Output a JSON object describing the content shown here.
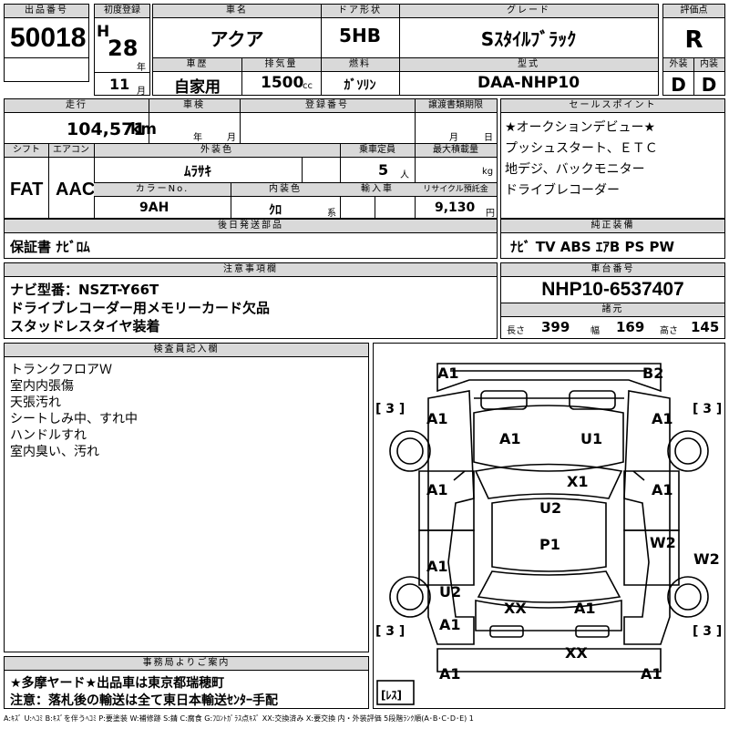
{
  "lot": {
    "label": "出品番号",
    "value": "50018"
  },
  "first_reg": {
    "label": "初度登録",
    "era": "H",
    "year": "28",
    "year_unit": "年",
    "month": "11",
    "month_unit": "月"
  },
  "car_name": {
    "label": "車名",
    "value": "アクア"
  },
  "door": {
    "label": "ドア形状",
    "value": "5HB"
  },
  "grade": {
    "label": "グレード",
    "value": "Sｽﾀｲﾙﾌﾞﾗｯｸ"
  },
  "score": {
    "label": "評価点",
    "value": "R"
  },
  "history": {
    "label": "車歴",
    "value": "自家用"
  },
  "displacement": {
    "label": "排気量",
    "value": "1500",
    "unit": "cc"
  },
  "fuel": {
    "label": "燃料",
    "value": "ｶﾞｿﾘﾝ"
  },
  "model": {
    "label": "型式",
    "value": "DAA-NHP10"
  },
  "exterior_grade": {
    "label": "外装",
    "value": "D"
  },
  "interior_grade": {
    "label": "内装",
    "value": "D"
  },
  "mileage": {
    "label": "走行",
    "value": "104,571",
    "unit": "km"
  },
  "inspection": {
    "label": "車検",
    "year_unit": "年",
    "month_unit": "月"
  },
  "registration": {
    "label": "登録番号"
  },
  "transfer_deadline": {
    "label": "譲渡書類期限",
    "month_unit": "月",
    "day_unit": "日"
  },
  "shift": {
    "label": "シフト",
    "value": "FAT"
  },
  "aircon": {
    "label": "エアコン",
    "value": "AAC"
  },
  "ext_color": {
    "label": "外装色",
    "value": "ﾑﾗｻｷ"
  },
  "capacity": {
    "label": "乗車定員",
    "value": "5",
    "unit": "人"
  },
  "max_load": {
    "label": "最大積載量",
    "unit": "kg"
  },
  "color_no": {
    "label": "カラーNo.",
    "value": "9AH"
  },
  "int_color": {
    "label": "内装色",
    "value": "ｸﾛ",
    "unit": "系"
  },
  "import": {
    "label": "輸入車"
  },
  "recycle": {
    "label": "リサイクル預託金",
    "value": "9,130",
    "unit": "円"
  },
  "sales_points": {
    "label": "セールスポイント",
    "lines": [
      "★オークションデビュー★",
      "プッシュスタート、ＥＴＣ",
      "地デジ、バックモニター",
      "ドライブレコーダー"
    ]
  },
  "later_parts": {
    "label": "後日発送部品",
    "value": "保証書 ﾅﾋﾞﾛﾑ"
  },
  "genuine": {
    "label": "純正装備",
    "value": "ﾅﾋﾞ TV ABS ｴｱB PS PW"
  },
  "notes": {
    "label": "注意事項欄",
    "lines": [
      "ナビ型番：NSZT-Y66T",
      "ドライブレコーダー用メモリーカード欠品",
      "スタッドレスタイヤ装着"
    ]
  },
  "chassis": {
    "label": "車台番号",
    "value": "NHP10-6537407"
  },
  "dims": {
    "label": "諸元",
    "length_label": "長さ",
    "length": "399",
    "width_label": "幅",
    "width": "169",
    "height_label": "高さ",
    "height": "145"
  },
  "inspector": {
    "label": "検査員記入欄",
    "lines": [
      "トランクフロアＷ",
      "室内内張傷",
      "天張汚れ",
      "シートしみ中、すれ中",
      "ハンドルすれ",
      "室内臭い、汚れ"
    ]
  },
  "office": {
    "label": "事務局よりご案内",
    "lines": [
      "★多摩ヤード★出品車は東京都瑞穂町",
      "注意：落札後の輸送は全て東日本輸送ｾﾝﾀｰ手配"
    ]
  },
  "legend": "A:ｷｽﾞ U:ﾍｺﾐ B:ｷｽﾞを伴うﾍｺﾐ P:要塗装 W:補修跡 S:錆 C:腐食 G:ﾌﾛﾝﾄｶﾞﾗｽ点ｷｽﾞ XX:交換済み X:要交換 内・外装評価 5段階ﾗﾝｸ順(A･B･C･D･E) 1",
  "diagram": {
    "marks": [
      "A1",
      "B2",
      "A1",
      "A1",
      "A1",
      "U1",
      "X1",
      "A1",
      "A1",
      "U2",
      "P1",
      "W2",
      "W2",
      "A1",
      "U2",
      "XX",
      "A1",
      "A1",
      "XX",
      "A1",
      "A1"
    ],
    "brackets": [
      "[ 3 ]",
      "[ 3 ]",
      "[ 3 ]",
      "[ 3 ]"
    ],
    "rescue_label": "[ﾚｽ]"
  }
}
